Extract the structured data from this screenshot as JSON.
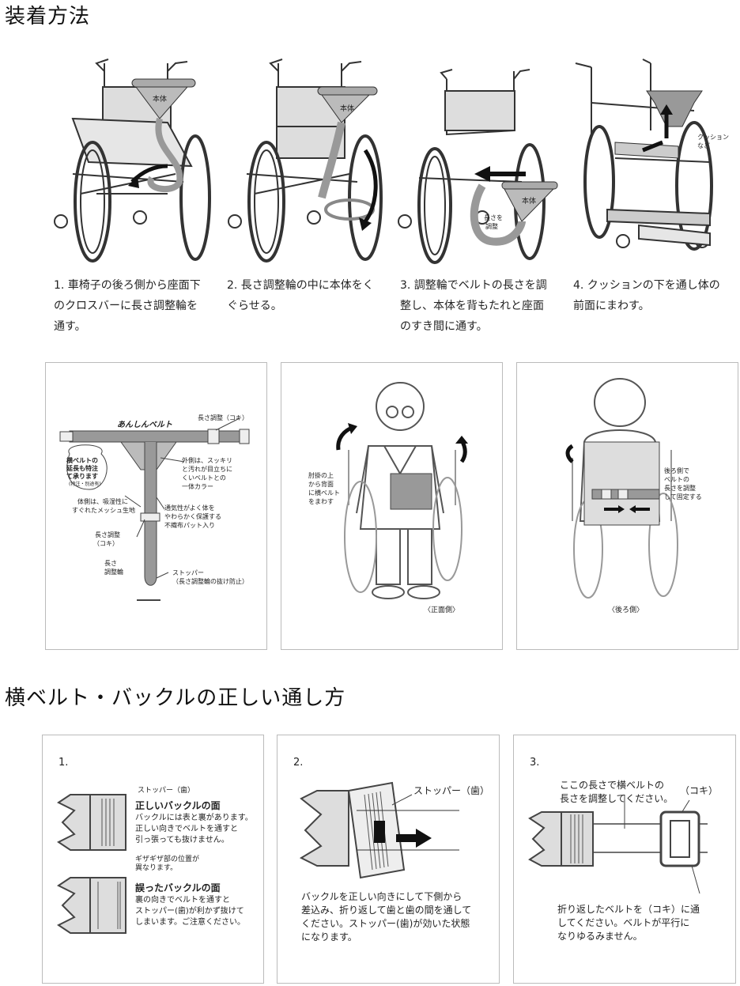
{
  "section1": {
    "title": "装着方法",
    "steps": [
      {
        "text": "1. 車椅子の後ろ側から座面下のクロスバーに長さ調整輪を通す。",
        "line1": "1. 車椅子の後ろ側から座面下",
        "line2": "のクロスバーに長さ調整輪を",
        "line3": "通す。",
        "tag": "本体"
      },
      {
        "text": "2. 長さ調整輪の中に本体をくぐらせる。",
        "line1": "2. 長さ調整輪の中に本体をく",
        "line2": "ぐらせる。",
        "tag": "本体"
      },
      {
        "text": "3. 調整輪でベルトの長さを調整し、本体を背もたれと座面のすき間に通す。",
        "line1": "3. 調整輪でベルトの長さを調",
        "line2": "整し、本体を背もたれと座面",
        "line3": "のすき間に通す。",
        "tag": "本体",
        "note1": "長さを",
        "note2": "調整"
      },
      {
        "text": "4. クッションの下を通し体の前面にまわす。",
        "line1": "4. クッションの下を通し体の",
        "line2": "前面にまわす。",
        "note1": "クッション",
        "note2": "など"
      }
    ]
  },
  "diagram": {
    "brand": "あんしんベルト",
    "adjust_top": "長さ調整（コキ）",
    "extend1": "横ベルトの",
    "extend2": "延長も特注",
    "extend3": "て承ります",
    "extend4": "(特注・別途有)",
    "outer1": "外側は、スッキリ",
    "outer2": "と汚れが目立ちに",
    "outer3": "くいベルトとの",
    "outer4": "一体カラー",
    "inner1": "体側は、吸湿性に",
    "inner2": "すぐれたメッシュ生地",
    "breath1": "通気性がよく体を",
    "breath2": "やわらかく保護する",
    "breath3": "不織布パット入り",
    "adj1": "長さ調整",
    "adj2": "（コキ）",
    "ring1": "長さ",
    "ring2": "調整輪",
    "stopper1": "ストッパー",
    "stopper2": "（長さ調整輪の抜け防止）"
  },
  "front_view": {
    "note1": "肘掛の上",
    "note2": "から背面",
    "note3": "に横ベルト",
    "note4": "をまわす",
    "caption": "〈正面側〉"
  },
  "back_view": {
    "note1": "後ろ側で",
    "note2": "ベルトの",
    "note3": "長さを調整",
    "note4": "して固定する",
    "caption": "〈後ろ側〉"
  },
  "section2": {
    "title": "横ベルト・バックルの正しい通し方",
    "card1": {
      "num": "1.",
      "stopper": "ストッパー（歯）",
      "correct_title": "正しいバックルの面",
      "correct1": "バックルには表と裏があります。",
      "correct2": "正しい向きでベルトを通すと",
      "correct3": "引っ張っても抜けません。",
      "gizagiza1": "ギザギザ部の位置が",
      "gizagiza2": "異なります。",
      "wrong_title": "誤ったバックルの面",
      "wrong1": "裏の向きでベルトを通すと",
      "wrong2": "ストッパー(歯)が利かず抜けて",
      "wrong3": "しまいます。ご注意ください。"
    },
    "card2": {
      "num": "2.",
      "stopper": "ストッパー（歯）",
      "text1": "バックルを正しい向きにして下側から",
      "text2": "差込み、折り返して歯と歯の間を通して",
      "text3": "ください。ストッパー(歯)が効いた状態",
      "text4": "になります。"
    },
    "card3": {
      "num": "3.",
      "top1": "ここの長さで横ベルトの",
      "top2": "長さを調整してください。",
      "koki": "（コキ）",
      "bot1": "折り返したベルトを（コキ）に通",
      "bot2": "してください。ベルトが平行に",
      "bot3": "なりゆるみません。"
    }
  }
}
